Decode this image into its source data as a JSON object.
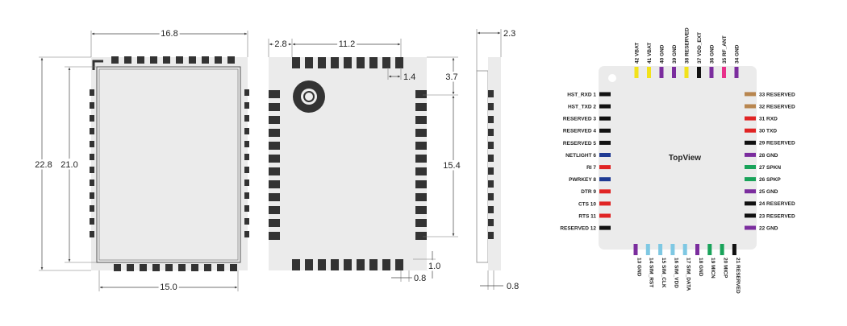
{
  "views": {
    "front": {
      "dims": {
        "width": "16.8",
        "height_total": "22.8",
        "height_inner": "21.0",
        "bottom_width": "15.0"
      }
    },
    "back": {
      "dims": {
        "offset_left": "2.8",
        "pad_span": "11.2",
        "pad_pitch": "1.4",
        "top_offset": "3.7",
        "side_span": "15.4",
        "bottom_offset": "1.0",
        "pad_width": "0.8"
      }
    },
    "side": {
      "dims": {
        "thickness": "2.3",
        "pad_height": "0.8"
      }
    }
  },
  "pinout": {
    "title": "TopView",
    "pins": [
      {
        "num": 1,
        "name": "HST_RXD",
        "label": "HST_RXD 1",
        "side": "left",
        "color": "#111111"
      },
      {
        "num": 2,
        "name": "HST_TXD",
        "label": "HST_TXD 2",
        "side": "left",
        "color": "#111111"
      },
      {
        "num": 3,
        "name": "RESERVED",
        "label": "RESERVED 3",
        "side": "left",
        "color": "#111111"
      },
      {
        "num": 4,
        "name": "RESERVED",
        "label": "RESERVED 4",
        "side": "left",
        "color": "#111111"
      },
      {
        "num": 5,
        "name": "RESERVED",
        "label": "RESERVED 5",
        "side": "left",
        "color": "#111111"
      },
      {
        "num": 6,
        "name": "NETLIGHT",
        "label": "NETLIGHT 6",
        "side": "left",
        "color": "#1f3a93"
      },
      {
        "num": 7,
        "name": "RI",
        "label": "RI 7",
        "side": "left",
        "color": "#e02424"
      },
      {
        "num": 8,
        "name": "PWRKEY",
        "label": "PWRKEY 8",
        "side": "left",
        "color": "#1f3a93"
      },
      {
        "num": 9,
        "name": "DTR",
        "label": "DTR 9",
        "side": "left",
        "color": "#e02424"
      },
      {
        "num": 10,
        "name": "CTS",
        "label": "CTS 10",
        "side": "left",
        "color": "#e02424"
      },
      {
        "num": 11,
        "name": "RTS",
        "label": "RTS 11",
        "side": "left",
        "color": "#e02424"
      },
      {
        "num": 12,
        "name": "RESERVED",
        "label": "RESERVED 12",
        "side": "left",
        "color": "#111111"
      },
      {
        "num": 13,
        "name": "GND",
        "label": "13 GND",
        "side": "bottom",
        "color": "#7b2d9e"
      },
      {
        "num": 14,
        "name": "SIM_RST",
        "label": "14 SIM_RST",
        "side": "bottom",
        "color": "#7ec8e3"
      },
      {
        "num": 15,
        "name": "SIM_CLK",
        "label": "15 SIM_CLK",
        "side": "bottom",
        "color": "#7ec8e3"
      },
      {
        "num": 16,
        "name": "SIM_VDD",
        "label": "16 SIM_VDD",
        "side": "bottom",
        "color": "#7ec8e3"
      },
      {
        "num": 17,
        "name": "SIM_DATA",
        "label": "17 SIM_DATA",
        "side": "bottom",
        "color": "#7ec8e3"
      },
      {
        "num": 18,
        "name": "GND",
        "label": "18 GND",
        "side": "bottom",
        "color": "#7b2d9e"
      },
      {
        "num": 19,
        "name": "MICN",
        "label": "19 MICN",
        "side": "bottom",
        "color": "#19a35a"
      },
      {
        "num": 20,
        "name": "MICP",
        "label": "20 MICP",
        "side": "bottom",
        "color": "#19a35a"
      },
      {
        "num": 21,
        "name": "RESERVED",
        "label": "21 RESERVED",
        "side": "bottom",
        "color": "#111111"
      },
      {
        "num": 22,
        "name": "GND",
        "label": "22 GND",
        "side": "right",
        "color": "#7b2d9e"
      },
      {
        "num": 23,
        "name": "RESERVED",
        "label": "23 RESERVED",
        "side": "right",
        "color": "#111111"
      },
      {
        "num": 24,
        "name": "RESERVED",
        "label": "24 RESERVED",
        "side": "right",
        "color": "#111111"
      },
      {
        "num": 25,
        "name": "GND",
        "label": "25 GND",
        "side": "right",
        "color": "#7b2d9e"
      },
      {
        "num": 26,
        "name": "SPKP",
        "label": "26 SPKP",
        "side": "right",
        "color": "#19a35a"
      },
      {
        "num": 27,
        "name": "SPKN",
        "label": "27 SPKN",
        "side": "right",
        "color": "#19a35a"
      },
      {
        "num": 28,
        "name": "GND",
        "label": "28 GND",
        "side": "right",
        "color": "#7b2d9e"
      },
      {
        "num": 29,
        "name": "RESERVED",
        "label": "29 RESERVED",
        "side": "right",
        "color": "#111111"
      },
      {
        "num": 30,
        "name": "TXD",
        "label": "30 TXD",
        "side": "right",
        "color": "#e02424"
      },
      {
        "num": 31,
        "name": "RXD",
        "label": "31 RXD",
        "side": "right",
        "color": "#e02424"
      },
      {
        "num": 32,
        "name": "RESERVED",
        "label": "32 RESERVED",
        "side": "right",
        "color": "#b8864f"
      },
      {
        "num": 33,
        "name": "RESERVED",
        "label": "33 RESERVED",
        "side": "right",
        "color": "#b8864f"
      },
      {
        "num": 34,
        "name": "GND",
        "label": "34 GND",
        "side": "top",
        "color": "#7b2d9e"
      },
      {
        "num": 35,
        "name": "RF_ANT",
        "label": "35 RF_ANT",
        "side": "top",
        "color": "#e8308a"
      },
      {
        "num": 36,
        "name": "GND",
        "label": "36 GND",
        "side": "top",
        "color": "#7b2d9e"
      },
      {
        "num": 37,
        "name": "VDD_EXT",
        "label": "37 VDD_EXT",
        "side": "top",
        "color": "#111111"
      },
      {
        "num": 38,
        "name": "RESERVED",
        "label": "38 RESERVED",
        "side": "top",
        "color": "#f2e21a"
      },
      {
        "num": 39,
        "name": "GND",
        "label": "39 GND",
        "side": "top",
        "color": "#7b2d9e"
      },
      {
        "num": 40,
        "name": "GND",
        "label": "40 GND",
        "side": "top",
        "color": "#7b2d9e"
      },
      {
        "num": 41,
        "name": "VBAT",
        "label": "41 VBAT",
        "side": "top",
        "color": "#f2e21a"
      },
      {
        "num": 42,
        "name": "VBAT",
        "label": "42 VBAT",
        "side": "top",
        "color": "#f2e21a"
      }
    ]
  },
  "colors": {
    "module_fill": "#ebebeb",
    "pad": "#333333",
    "line": "#444444"
  }
}
